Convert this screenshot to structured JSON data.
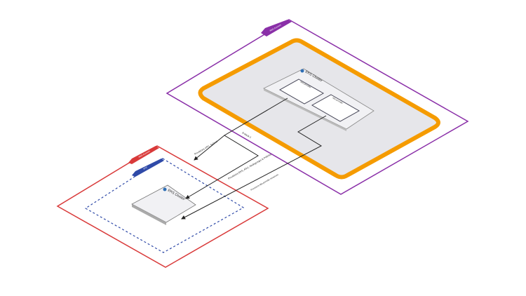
{
  "colors": {
    "purple": "#8a2fa8",
    "orange": "#f59b00",
    "red": "#d93a3a",
    "blue": "#2f4aa8",
    "gray": "#e6e6ea"
  },
  "account_a": {
    "label": "AWS Account"
  },
  "account_b": {
    "label": "AWS Account",
    "vpc_label": "VPC"
  },
  "cluster_main": {
    "title": "EKS Cluster",
    "node1": "aws-provider",
    "node2": "k8s-provider"
  },
  "cluster_small": {
    "title": "EKS Cluster"
  },
  "edges": {
    "e1": "tf-stack-1",
    "e2": "Provisions VPC, Subnet",
    "e3": "Provisions EKS, ASG, Nodegroups & Policies",
    "e4": "Provisions k8s-provider resources"
  }
}
